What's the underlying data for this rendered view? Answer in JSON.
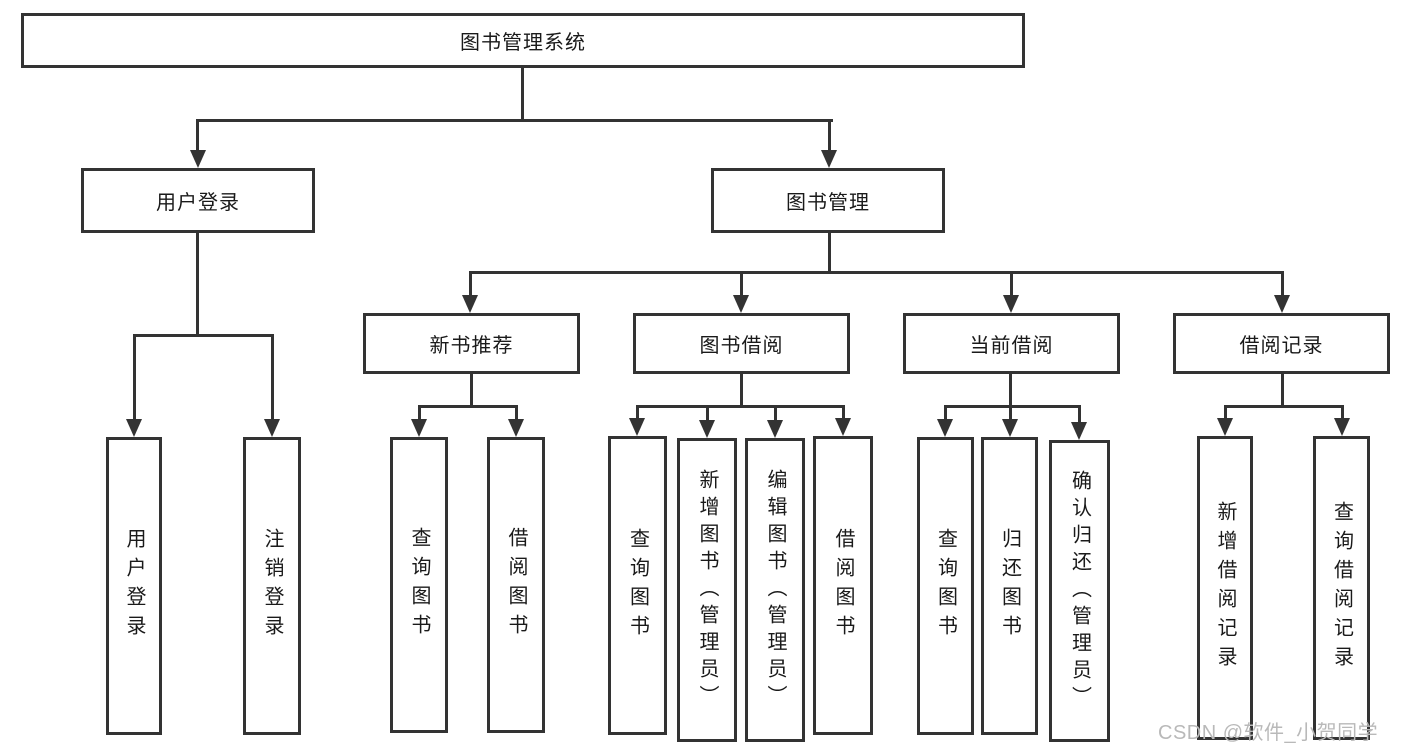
{
  "tree": {
    "label": "图书管理系统",
    "children": [
      {
        "label": "用户登录",
        "children": [
          {
            "label": "用户登录"
          },
          {
            "label": "注销登录"
          }
        ]
      },
      {
        "label": "图书管理",
        "children": [
          {
            "label": "新书推荐",
            "children": [
              {
                "label": "查询图书"
              },
              {
                "label": "借阅图书"
              }
            ]
          },
          {
            "label": "图书借阅",
            "children": [
              {
                "label": "查询图书"
              },
              {
                "label": "新增图书（管理员）"
              },
              {
                "label": "编辑图书（管理员）"
              },
              {
                "label": "借阅图书"
              }
            ]
          },
          {
            "label": "当前借阅",
            "children": [
              {
                "label": "查询图书"
              },
              {
                "label": "归还图书"
              },
              {
                "label": "确认归还（管理员）"
              }
            ]
          },
          {
            "label": "借阅记录",
            "children": [
              {
                "label": "新增借阅记录"
              },
              {
                "label": "查询借阅记录"
              }
            ]
          }
        ]
      }
    ]
  },
  "watermark": {
    "text": "CSDN @软件_小贺同学"
  },
  "colors": {
    "line": "#333333",
    "text": "#1a1a1a",
    "watermark": "#b9b9b9",
    "background": "#ffffff"
  }
}
